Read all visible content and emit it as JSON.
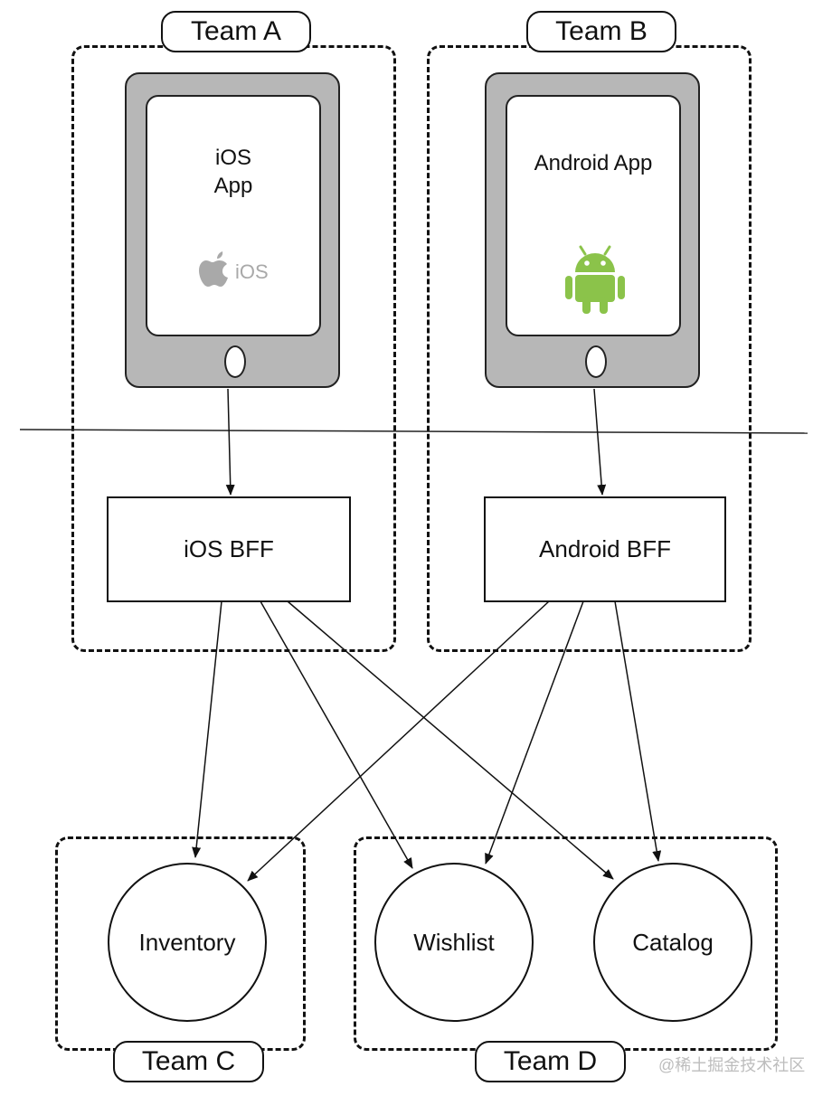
{
  "teams": {
    "a": {
      "label": "Team A"
    },
    "b": {
      "label": "Team B"
    },
    "c": {
      "label": "Team C"
    },
    "d": {
      "label": "Team D"
    }
  },
  "apps": {
    "ios": {
      "line1": "iOS",
      "line2": "App",
      "logo_text": "iOS",
      "icon": "apple-icon"
    },
    "android": {
      "label": "Android App",
      "icon": "android-icon"
    }
  },
  "bffs": {
    "ios": {
      "label": "iOS BFF"
    },
    "android": {
      "label": "Android BFF"
    }
  },
  "services": {
    "inventory": {
      "label": "Inventory"
    },
    "wishlist": {
      "label": "Wishlist"
    },
    "catalog": {
      "label": "Catalog"
    }
  },
  "colors": {
    "phone_body": "#b7b7b7",
    "android_green": "#8bc34a",
    "apple_gray": "#a9a9a9"
  },
  "watermark": "@稀土掘金技术社区"
}
